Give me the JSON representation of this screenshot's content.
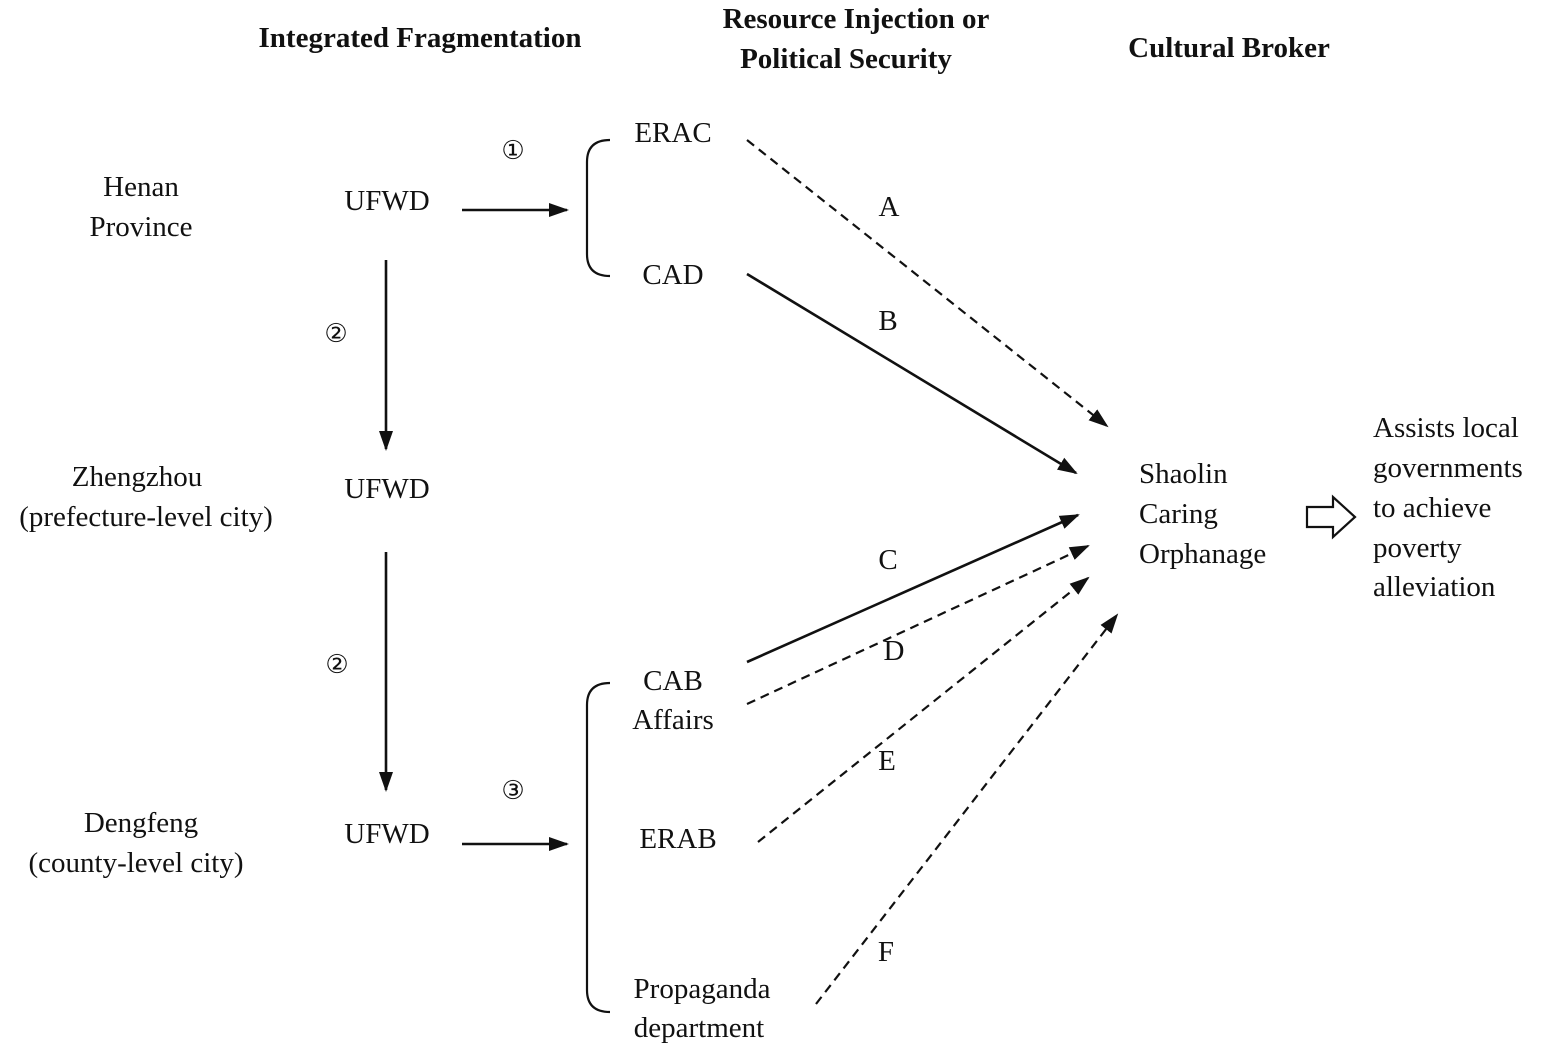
{
  "headers": {
    "col1": "Integrated Fragmentation",
    "col2_line1": "Resource Injection or",
    "col2_line2": "Political Security",
    "col3": "Cultural Broker"
  },
  "levels": {
    "province_line1": "Henan",
    "province_line2": "Province",
    "city_line1": "Zhengzhou",
    "city_line2": "(prefecture-level city)",
    "county_line1": "Dengfeng",
    "county_line2": "(county-level city)"
  },
  "nodes": {
    "ufwd_province": "UFWD",
    "ufwd_city": "UFWD",
    "ufwd_county": "UFWD",
    "erac": "ERAC",
    "cad": "CAD",
    "cab_line1": "CAB",
    "cab_line2": "Affairs",
    "erab": "ERAB",
    "propaganda_line1": "Propaganda",
    "propaganda_line2": "department",
    "orphanage_line1": "Shaolin",
    "orphanage_line2": "Caring",
    "orphanage_line3": "Orphanage",
    "outcome_line1": "Assists local",
    "outcome_line2": "governments",
    "outcome_line3": "to achieve",
    "outcome_line4": "poverty",
    "outcome_line5": "alleviation"
  },
  "markers": {
    "step1": "①",
    "step2a": "②",
    "step2b": "②",
    "step3": "③"
  },
  "links": {
    "a": "A",
    "b": "B",
    "c": "C",
    "d": "D",
    "e": "E",
    "f": "F"
  }
}
